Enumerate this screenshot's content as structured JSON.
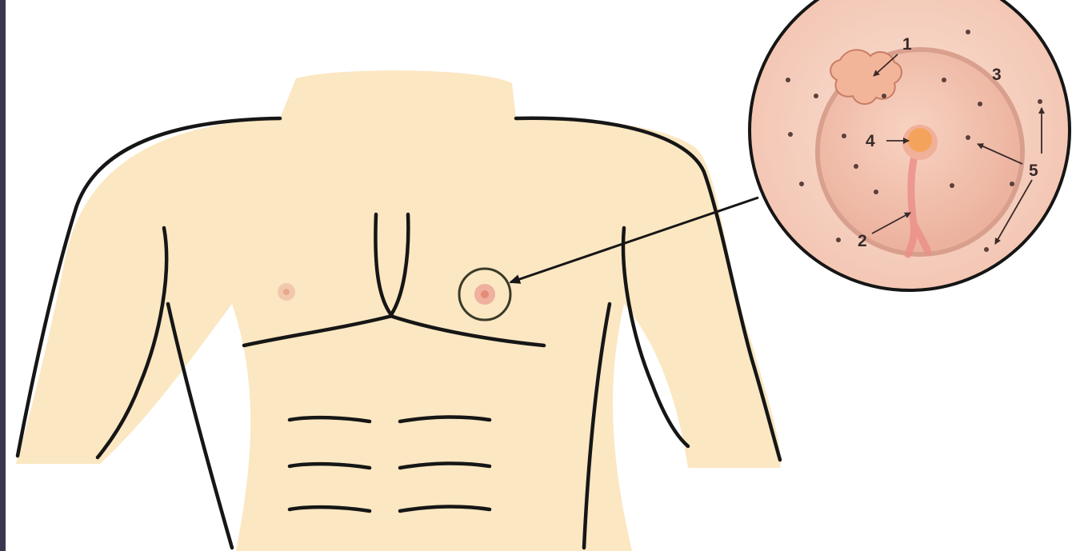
{
  "colors": {
    "skin": "#fbe7c2",
    "outline": "#161616",
    "nipple": "#f2c8ad",
    "nipple_core": "#e7a98c",
    "areola": "#efb8a1",
    "areola_inner": "#ea9f86",
    "callout_fill": "#f6d3c2",
    "duct": "#eb8f8a",
    "lesion": "#f3b59a",
    "nipple_center": "#f4a35b",
    "dot": "#5a3f3a",
    "label": "#3a2a2a",
    "left_edge": "#3b3650"
  },
  "icons": {
    "torso": "male-torso-outline",
    "zoom_circle": "magnified-areola-callout",
    "arrow": "pointer-arrow"
  },
  "callout": {
    "labels": [
      {
        "id": "label-1",
        "text": "1"
      },
      {
        "id": "label-2",
        "text": "2"
      },
      {
        "id": "label-3",
        "text": "3"
      },
      {
        "id": "label-4",
        "text": "4"
      },
      {
        "id": "label-5",
        "text": "5"
      }
    ]
  }
}
